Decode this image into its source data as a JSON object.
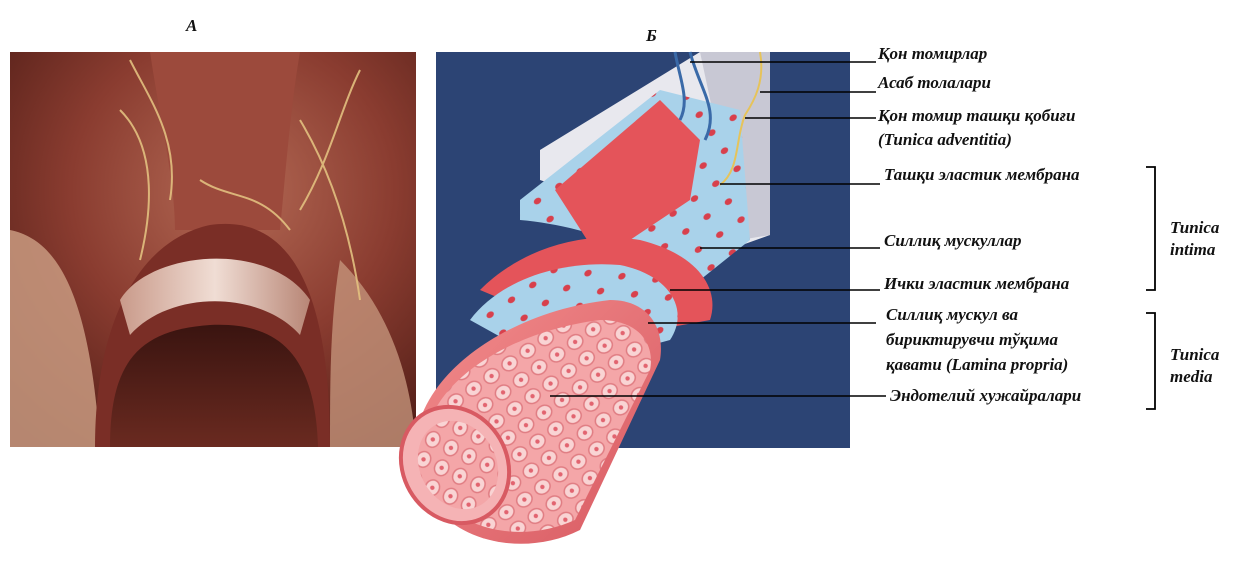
{
  "panels": {
    "a_letter": "А",
    "b_letter": "Б"
  },
  "labels": [
    {
      "text": "Қон томирлар"
    },
    {
      "text": "Асаб толалари"
    },
    {
      "text": "Қон томир ташқи қобиғи"
    },
    {
      "text": "(Tunica adventitia)"
    },
    {
      "text": "Ташқи эластик мембрана"
    },
    {
      "text": "Силлиқ мускуллар"
    },
    {
      "text": "Ички эластик мембрана"
    },
    {
      "text": "Силлиқ мускул ва"
    },
    {
      "text": "бириктирувчи тўқима"
    },
    {
      "text": "қавати (Lamina propria)"
    },
    {
      "text": "Эндотелий хужайралари"
    }
  ],
  "brackets": {
    "intima": {
      "line1": "Tunica",
      "line2": "intima"
    },
    "media": {
      "line1": "Tunica",
      "line2": "media"
    }
  },
  "colors": {
    "background_blue": "#2c4474",
    "vessel_red": "#e4545a",
    "tissue_dark": "#6e2a22",
    "elastic_blue": "#a9d2ea"
  }
}
